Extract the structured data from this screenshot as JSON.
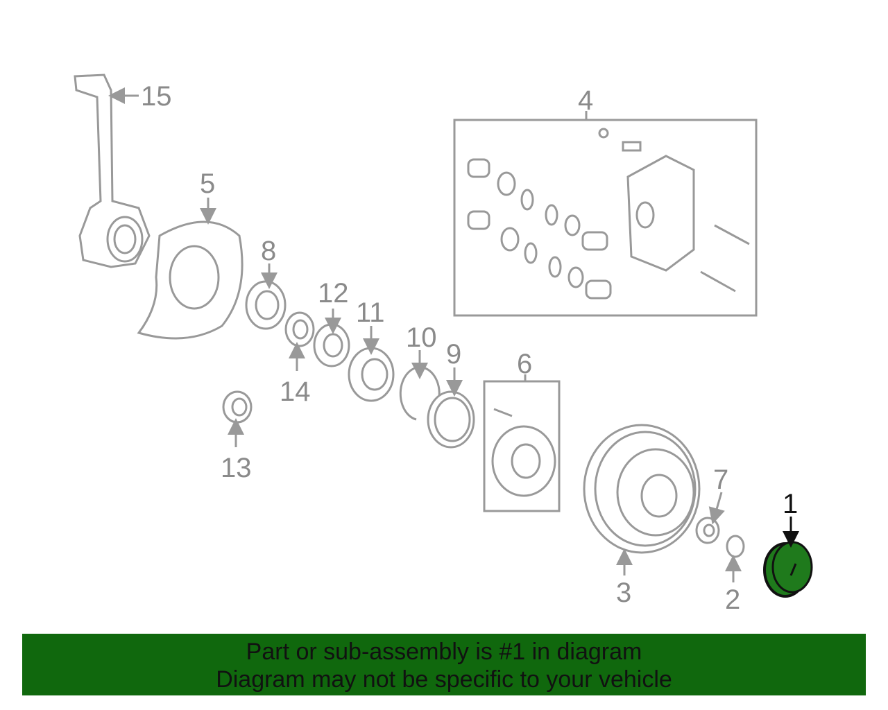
{
  "diagram": {
    "callouts": [
      "1",
      "2",
      "3",
      "4",
      "5",
      "6",
      "7",
      "8",
      "9",
      "10",
      "11",
      "12",
      "13",
      "14",
      "15"
    ],
    "highlighted_part": "1",
    "highlight_color": "#1f7a1c",
    "line_color": "#999999"
  },
  "banner": {
    "line1": "Part or sub-assembly is #1 in diagram",
    "line2": "Diagram may not be specific to your vehicle",
    "background": "#10680d"
  }
}
